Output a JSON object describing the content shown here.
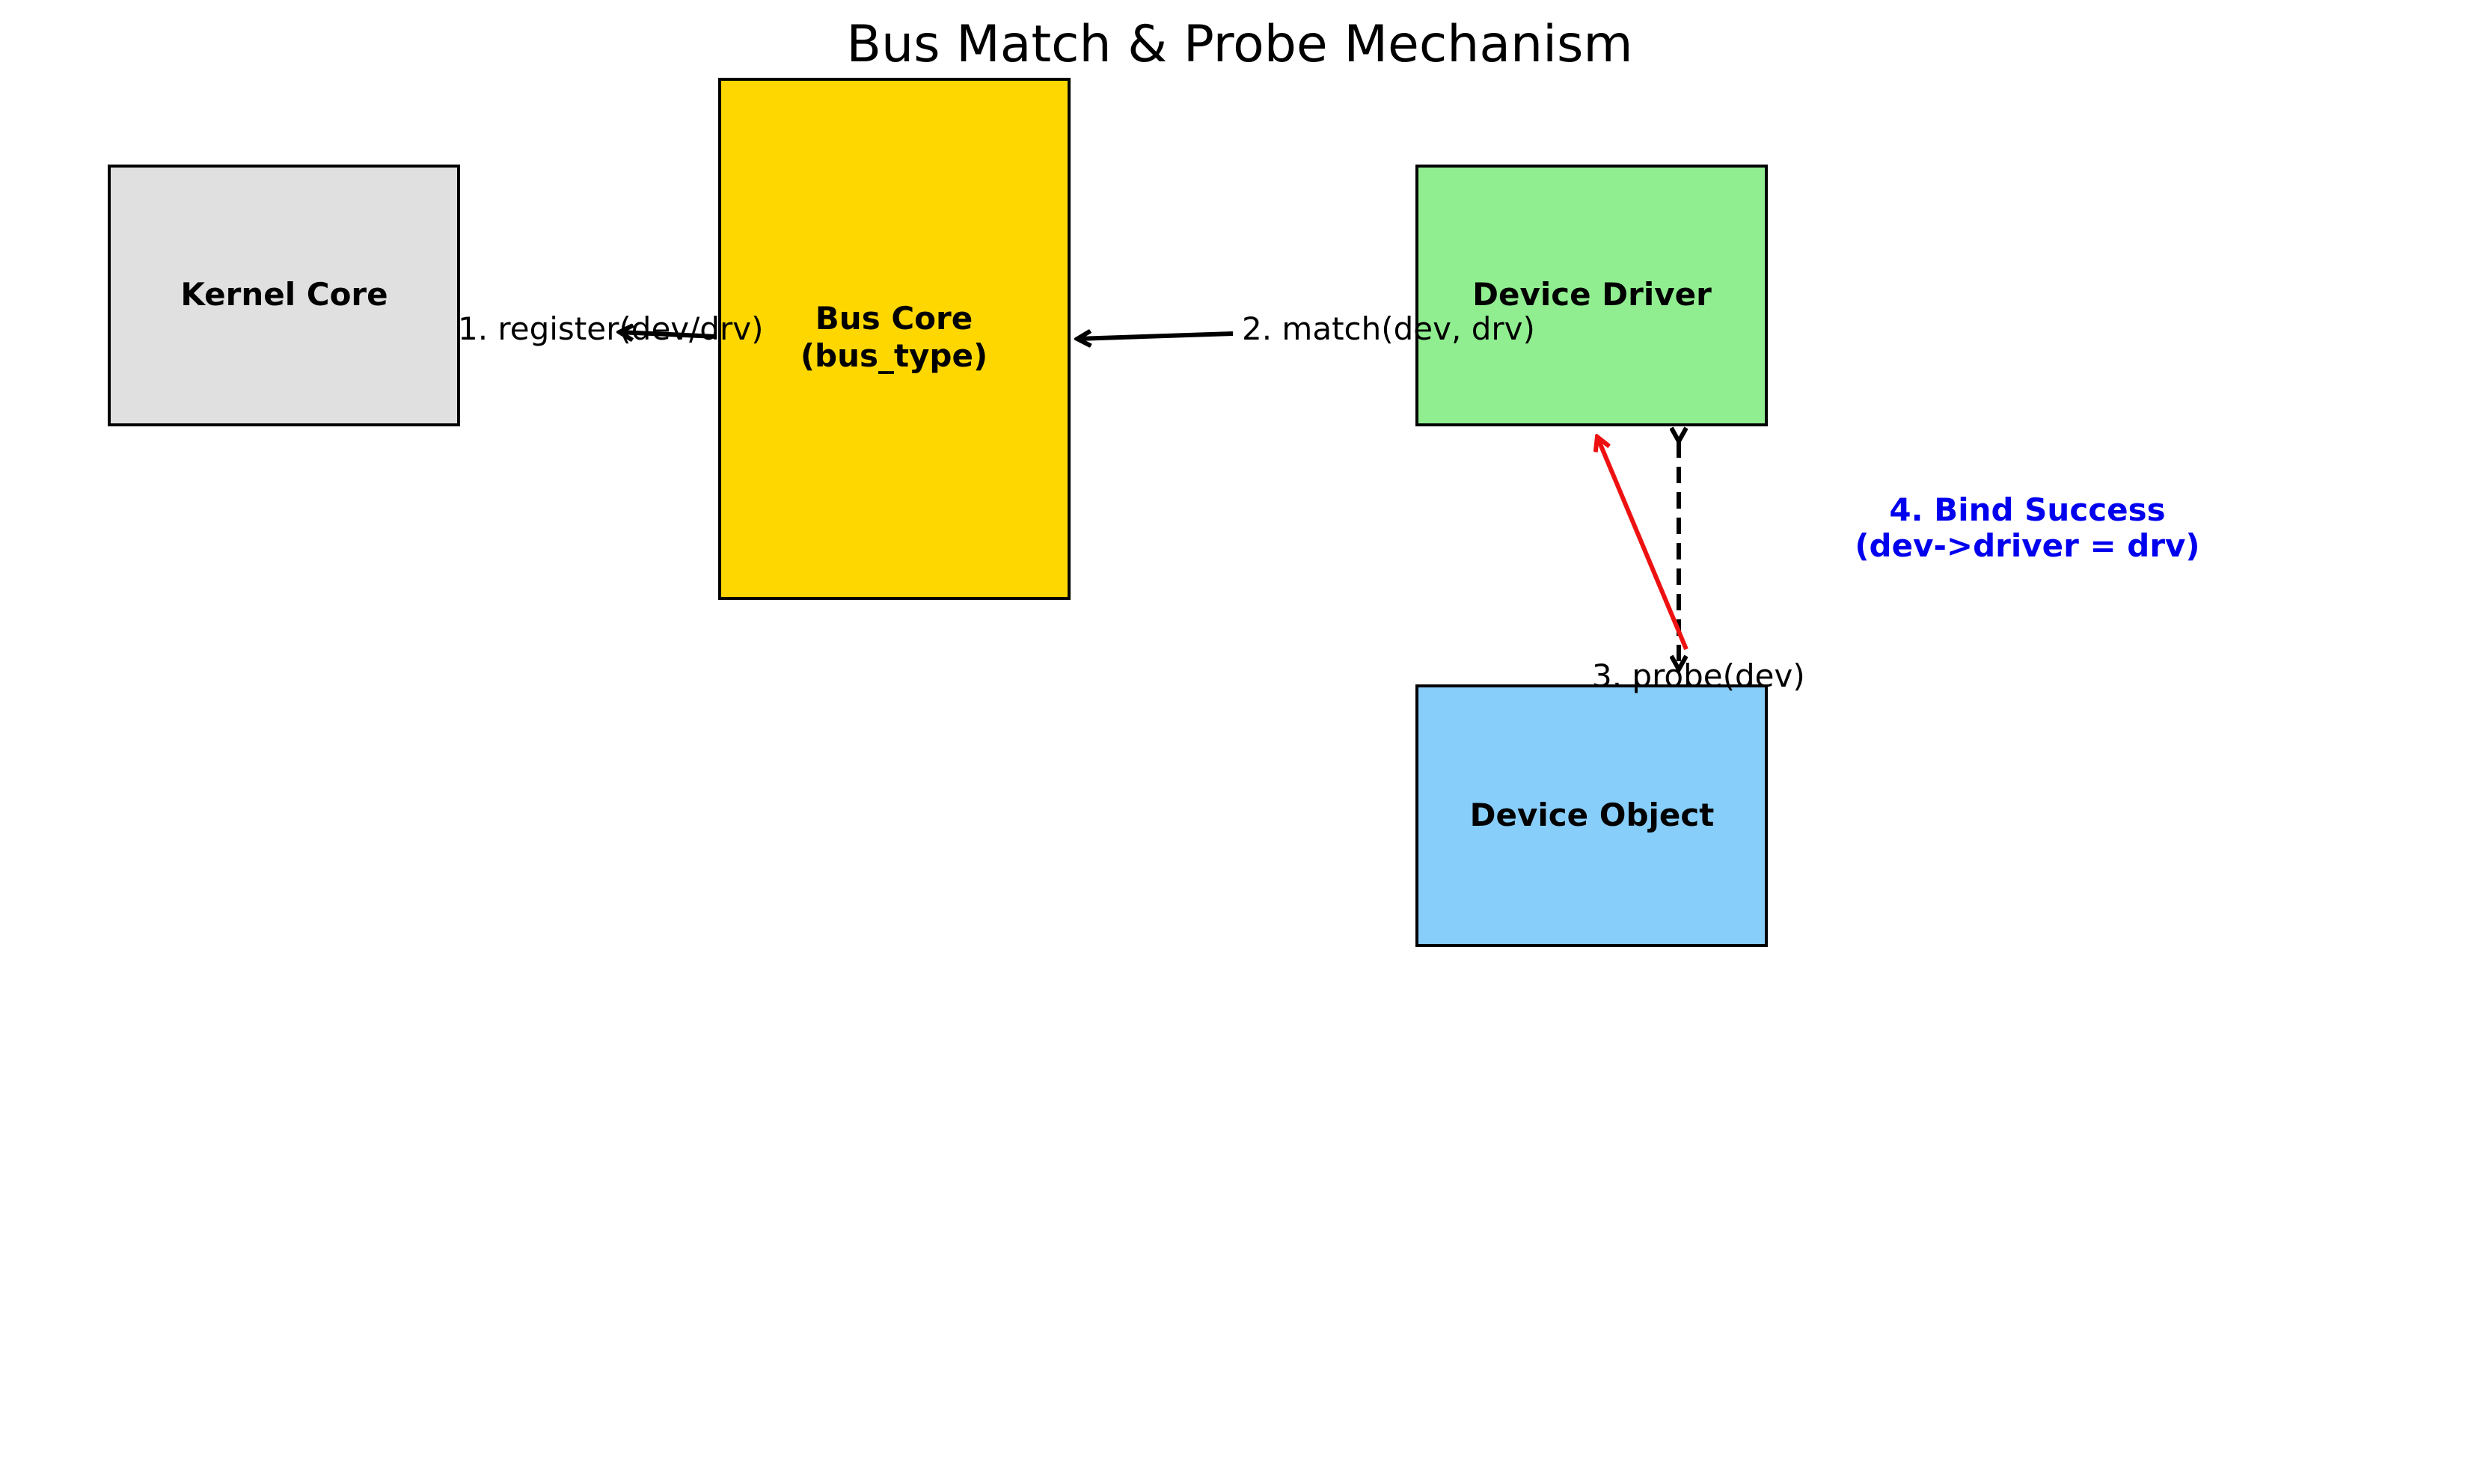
{
  "title": "Bus Match & Probe Mechanism",
  "colors": {
    "kernel_core": "#e0e0e0",
    "bus_core": "#ffd700",
    "device_driver": "#90ee90",
    "device_object": "#87cefa",
    "probe_arrow": "#ee1111",
    "bind_note": "#0000ee",
    "outline": "#000000"
  },
  "nodes": {
    "kernel_core": {
      "label": "Kernel Core"
    },
    "bus_core": {
      "line1": "Bus Core",
      "line2": "(bus_type)"
    },
    "device_driver": {
      "label": "Device Driver"
    },
    "device_object": {
      "label": "Device Object"
    }
  },
  "edges": {
    "register": "1. register(dev/drv)",
    "match": "2. match(dev, drv)",
    "probe": "3. probe(dev)"
  },
  "bind_note": {
    "line1": "4. Bind Success",
    "line2": "(dev->driver = drv)"
  }
}
